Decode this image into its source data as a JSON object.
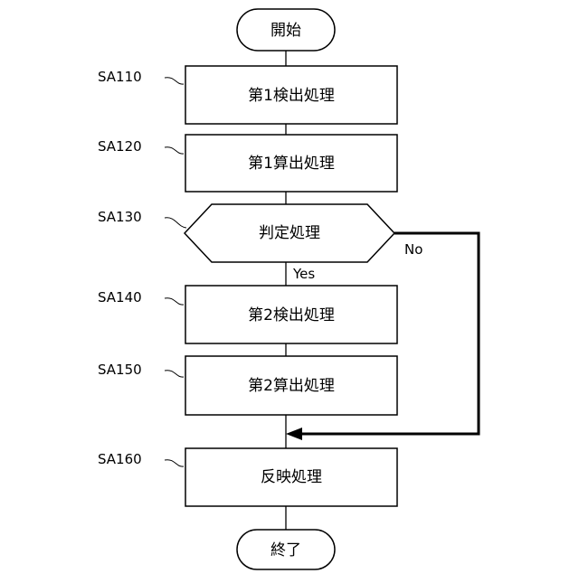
{
  "start": {
    "label": "開始"
  },
  "end": {
    "label": "終了"
  },
  "steps": [
    {
      "id": "SA110",
      "label": "第1検出処理"
    },
    {
      "id": "SA120",
      "label": "第1算出処理"
    },
    {
      "id": "SA130",
      "label": "判定処理"
    },
    {
      "id": "SA140",
      "label": "第2検出処理"
    },
    {
      "id": "SA150",
      "label": "第2算出処理"
    },
    {
      "id": "SA160",
      "label": "反映処理"
    }
  ],
  "branches": {
    "yes": "Yes",
    "no": "No"
  }
}
